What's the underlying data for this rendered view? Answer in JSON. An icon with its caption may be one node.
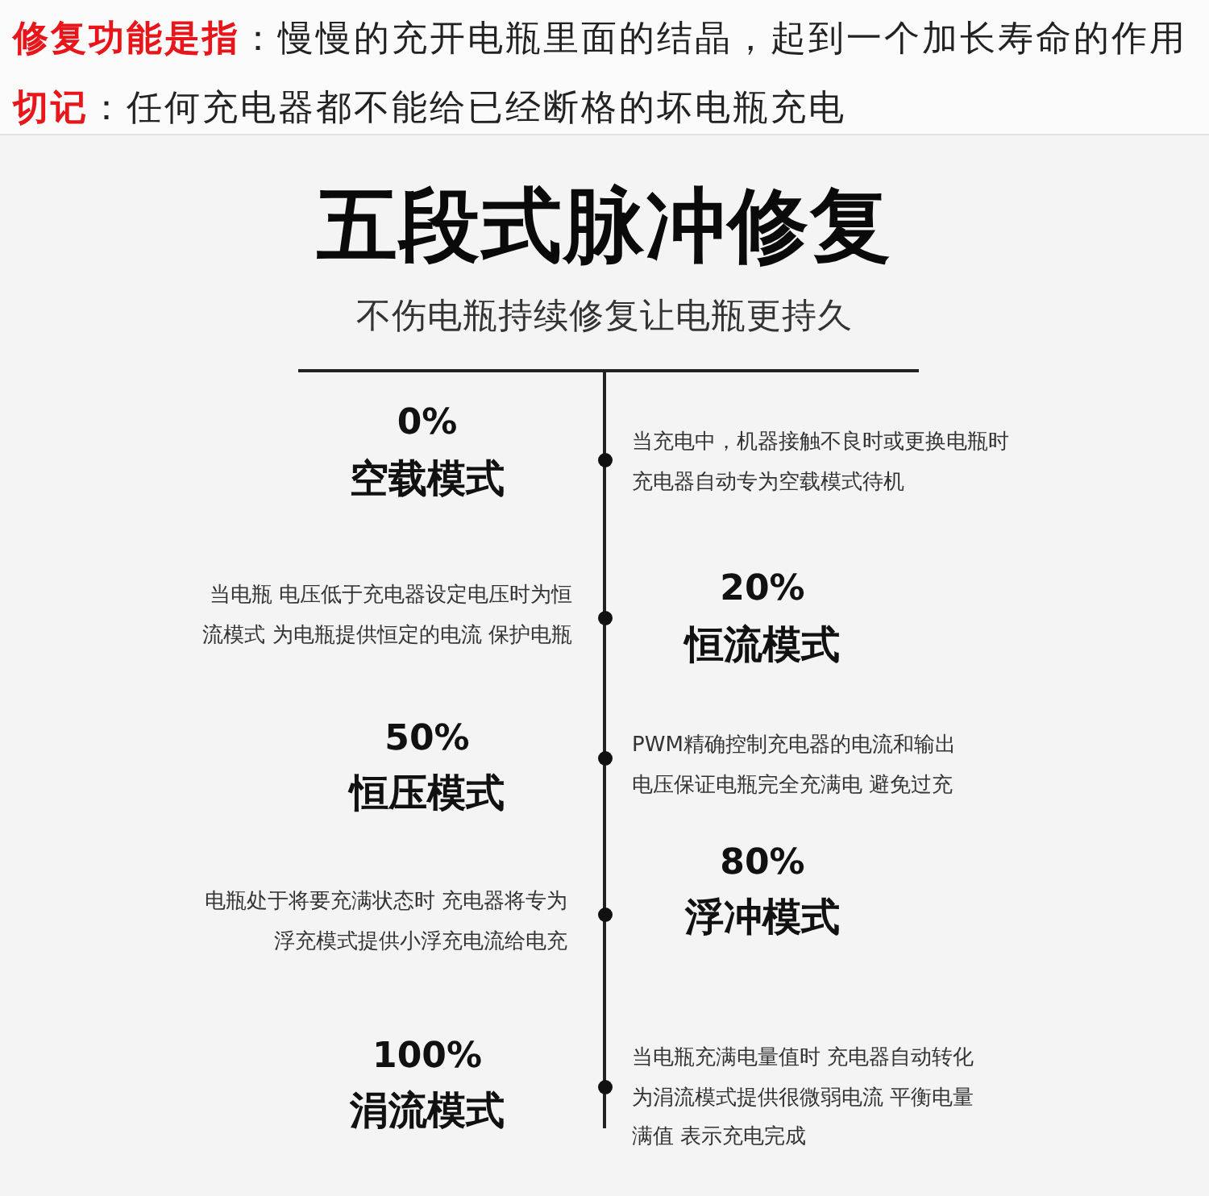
{
  "diagram": {
    "title": "五段式脉冲修复",
    "labels": [
      "**修复功能是指**：慢慢的充开电瓶里面的结晶，起到一个加长寿命的作用",
      "**切记**：任何充电器都不能给已经断格的坏电瓶充电",
      "不伤电瓶持续修复让电瓶更持久",
      "0%",
      "空载模式",
      "当充电中，机器接触不良时或更换电瓶时充电器自动专为空载模式待机",
      "当电瓶 电压低于充电器设定电压时为恒流模式 为电瓶提供恒定的电流 保护电瓶",
      "20%",
      "恒流模式",
      "50%",
      "恒压模式",
      "PWM精确控制充电器的电流和输出电压保证电瓶完全充满电 避免过充",
      "电瓶处于将要充满状态时 充电器将专为浮充模式提供小浮充电流给电充",
      "80%",
      "浮冲模式",
      "100%",
      "涓流模式",
      "当电瓶充满电量值时 充电器自动转化为涓流模式提供很微弱电流 平衡电量满值 表示充电完成"
    ]
  }
}
